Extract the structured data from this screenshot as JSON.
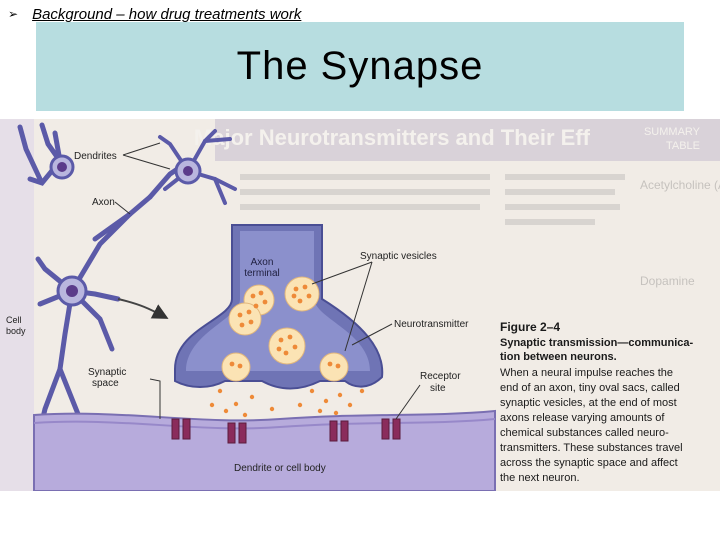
{
  "slide": {
    "bullet_icon": "arrow-bullet-icon",
    "bullet_glyph": "➢",
    "bullet_text": "Background – how drug treatments work",
    "title": "The Synapse",
    "title_bg": "#b7dde0"
  },
  "figure": {
    "labels": {
      "dendrites": "Dendrites",
      "axon": "Axon",
      "cell_body": [
        "Cell",
        "body"
      ],
      "axon_terminal": [
        "Axon",
        "terminal"
      ],
      "synaptic_vesicles": "Synaptic vesicles",
      "neurotransmitter": "Neurotransmitter",
      "synaptic_space": [
        "Synaptic",
        "space"
      ],
      "receptor_site": [
        "Receptor",
        "site"
      ],
      "dendrite_or_cell_body": "Dendrite or cell body"
    },
    "caption": {
      "figure_number": "Figure 2–4",
      "heading": [
        "Synaptic transmission—communica-",
        "tion between neurons."
      ],
      "body": [
        "When a neural impulse reaches the",
        "end of an axon, tiny oval sacs, called",
        "synaptic vesicles, at the end of most",
        "axons release varying amounts of",
        "chemical substances called neuro-",
        "transmitters. These substances travel",
        "across the synaptic space and affect",
        "the next neuron."
      ]
    },
    "background_table": {
      "header": "Major Neurotransmitters and Their Eff",
      "col_header": [
        "SUMMARY",
        "TABLE"
      ],
      "rows": [
        "Acetylcholine (ACh)",
        "Dopamine"
      ]
    },
    "colors": {
      "page": "#f1ece6",
      "neuron": "#b9b6de",
      "neuron_stroke": "#5b5aa8",
      "terminal": "#6f74b5",
      "vesicle": "#fbe3b4",
      "neurotransmitter": "#ee8a38",
      "receptor": "#8a2c5c",
      "membrane": "#a79ad3"
    }
  }
}
